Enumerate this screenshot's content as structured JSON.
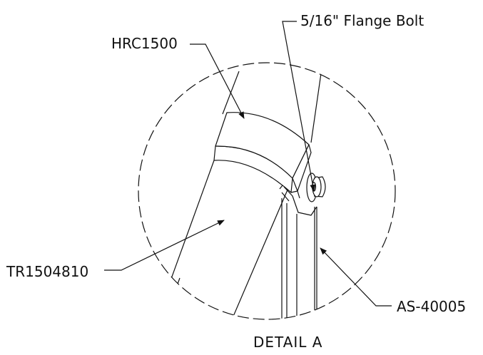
{
  "callouts": {
    "flange_bolt": "5/16\" Flange Bolt",
    "hrc": "HRC1500",
    "tube": "TR1504810",
    "assembly": "AS-40005"
  },
  "detail_title": "DETAIL  A",
  "colors": {
    "line": "#111111",
    "background": "#ffffff"
  }
}
